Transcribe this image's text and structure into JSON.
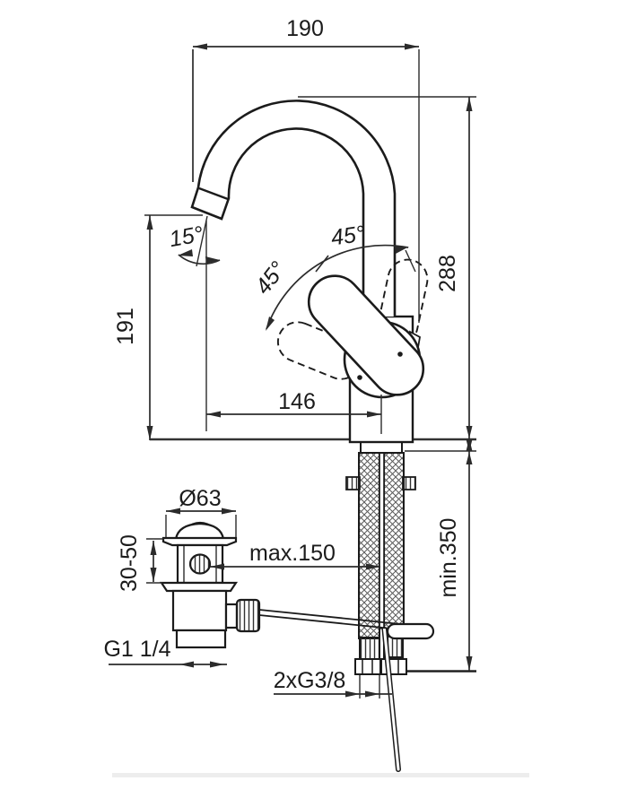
{
  "drawing": {
    "type": "technical-dimension-drawing",
    "subject": "single-lever basin mixer faucet with pop-up waste",
    "dimensions": {
      "spout_overall_width": "190",
      "overall_height_above_deck": "288",
      "spout_outlet_height": "191",
      "spout_reach": "146",
      "spout_tilt_angle": "15°",
      "handle_swing_upper": "45°",
      "handle_swing_lower": "45°",
      "waste_cap_diameter": "Ø63",
      "deck_clamp_range": "30-50",
      "popup_rod_max_distance": "max.150",
      "supply_hose_min_length": "min.350",
      "waste_thread": "G1 1/4",
      "supply_thread": "2xG3/8"
    },
    "colors": {
      "line": "#1b1b1b",
      "dim_line": "#2b2b2b",
      "background": "#ffffff",
      "braid_texture": "#5a5a5a"
    }
  }
}
